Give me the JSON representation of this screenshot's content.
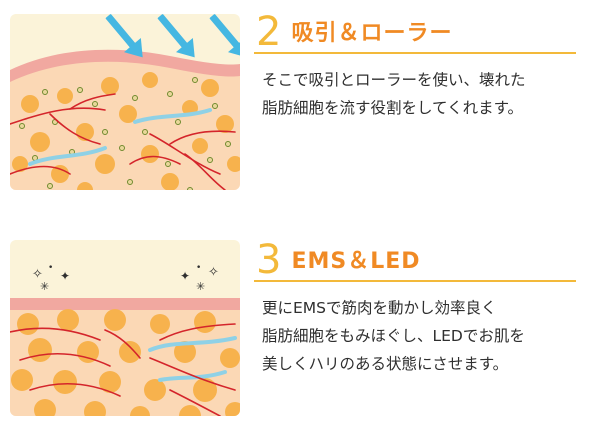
{
  "steps": [
    {
      "number": "2",
      "title": "吸引＆ローラー",
      "lines": [
        "そこで吸引とローラーを使い、壊れた",
        "脂肪細胞を流す役割をしてくれます。"
      ]
    },
    {
      "number": "3",
      "title": "EMS＆LED",
      "lines": [
        "更にEMSで筋肉を動かし効率良く",
        "脂肪細胞をもみほぐし、LEDでお肌を",
        "美しくハリのある状態にさせます。"
      ]
    }
  ],
  "colors": {
    "accent_orange": "#f08a24",
    "accent_yellow": "#f3b93a",
    "skin_cream": "#fbf3d9",
    "skin_pink": "#f1a8a0",
    "tissue": "#fbd8b5",
    "fat_cell": "#f7b24d",
    "vessel": "#d4252b",
    "lymph": "#8fd1e6",
    "arrow_blue": "#45b7e2"
  },
  "icons": [
    "suction-arrow-icon",
    "sparkle-icon"
  ]
}
